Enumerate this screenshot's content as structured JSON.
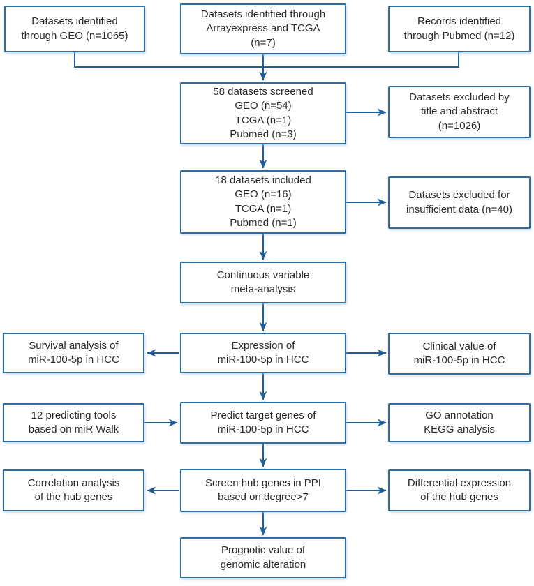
{
  "figure": {
    "type": "flowchart",
    "title": "Study selection and analysis workflow for miR-100-5p in HCC",
    "nodes": {
      "geo": "Datasets identified\nthrough GEO (n=1065)",
      "array_tcga": "Datasets identified through\nArrayexpress and TCGA\n(n=7)",
      "pubmed": "Records identified\nthrough Pubmed (n=12)",
      "screened": "58 datasets screened\nGEO (n=54)\nTCGA (n=1)\nPubmed (n=3)",
      "excluded_title": "Datasets excluded by\ntitle and abstract\n(n=1026)",
      "included": "18 datasets included\nGEO (n=16)\nTCGA (n=1)\nPubmed (n=1)",
      "excluded_insufficient": "Datasets excluded for\ninsufficient data (n=40)",
      "meta_analysis": "Continuous variable\nmeta-analysis",
      "survival": "Survival analysis of\nmiR-100-5p in HCC",
      "expression": "Expression of\nmiR-100-5p in HCC",
      "clinical": "Clinical value of\nmiR-100-5p in HCC",
      "predicting_tools": "12 predicting tools\nbased on miR Walk",
      "predict_targets": "Predict target genes of\nmiR-100-5p in HCC",
      "go_kegg": "GO annotation\nKEGG analysis",
      "correlation": "Correlation analysis\nof the hub genes",
      "screen_hub": "Screen hub genes in PPI\nbased on degree>7",
      "diff_expression": "Differential expression\nof the hub genes",
      "prognostic": "Prognotic value of\ngenomic alteration"
    },
    "colors": {
      "box_border": "#2e6da4",
      "arrow": "#1f5c99",
      "text": "#2a2a2a",
      "box_fill": "#ffffff"
    }
  }
}
